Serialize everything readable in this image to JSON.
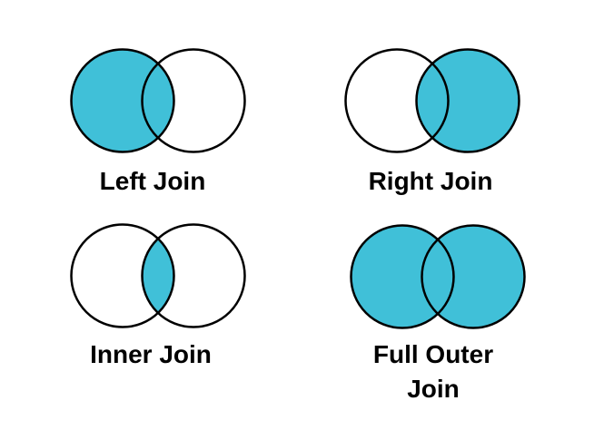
{
  "page": {
    "background_color": "#FFFFFF"
  },
  "colors": {
    "highlight": "#40C0D8",
    "empty": "#FFFFFF",
    "stroke": "#000000",
    "text": "#000000"
  },
  "diagrams": [
    {
      "label": "Left Join",
      "label_lines": [
        "Left Join"
      ],
      "left_fill": "#40C0D8",
      "right_fill": "#FFFFFF",
      "overlap_fill": "#40C0D8"
    },
    {
      "label": "Right Join",
      "label_lines": [
        "Right Join"
      ],
      "left_fill": "#FFFFFF",
      "right_fill": "#40C0D8",
      "overlap_fill": "#40C0D8"
    },
    {
      "label": "Inner Join",
      "label_lines": [
        "Inner Join"
      ],
      "left_fill": "#FFFFFF",
      "right_fill": "#FFFFFF",
      "overlap_fill": "#40C0D8"
    },
    {
      "label": "Full Outer Join",
      "label_lines": [
        "Full Outer",
        "Join"
      ],
      "left_fill": "#40C0D8",
      "right_fill": "#40C0D8",
      "overlap_fill": "#40C0D8"
    }
  ]
}
